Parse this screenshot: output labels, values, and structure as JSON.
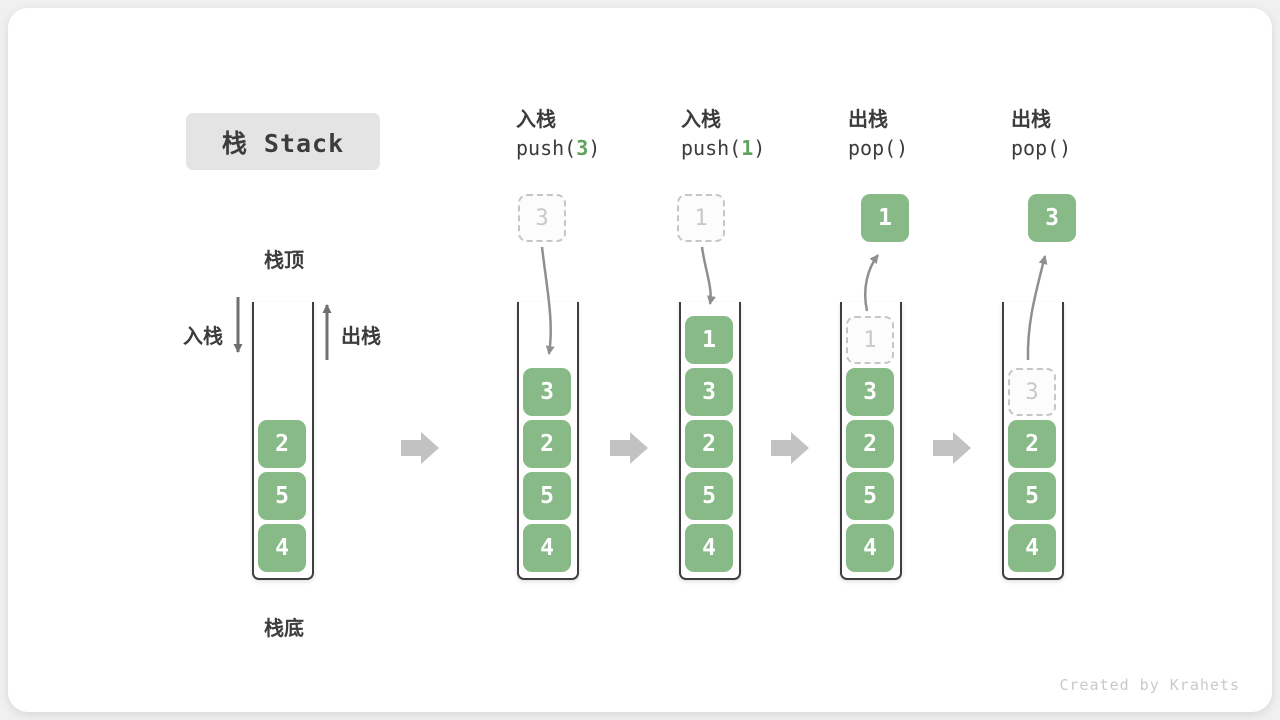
{
  "title": "栈 Stack",
  "labels": {
    "stack_top": "栈顶",
    "stack_bottom": "栈底",
    "push": "入栈",
    "pop": "出栈"
  },
  "operations": [
    {
      "name": "入栈",
      "code_before": "push(",
      "arg": "3",
      "code_after": ")"
    },
    {
      "name": "入栈",
      "code_before": "push(",
      "arg": "1",
      "code_after": ")"
    },
    {
      "name": "出栈",
      "code_before": "pop(",
      "arg": "",
      "code_after": ")"
    },
    {
      "name": "出栈",
      "code_before": "pop(",
      "arg": "",
      "code_after": ")"
    }
  ],
  "stacks": [
    {
      "cells": [
        "2",
        "5",
        "4"
      ]
    },
    {
      "incoming": "3",
      "cells": [
        "3",
        "2",
        "5",
        "4"
      ]
    },
    {
      "incoming": "1",
      "cells": [
        "1",
        "3",
        "2",
        "5",
        "4"
      ]
    },
    {
      "popped": "1",
      "ghost": "1",
      "cells": [
        "3",
        "2",
        "5",
        "4"
      ]
    },
    {
      "popped": "3",
      "ghost": "3",
      "cells": [
        "2",
        "5",
        "4"
      ]
    }
  ],
  "watermark": "Created by Krahets",
  "colors": {
    "cell_green": "#87BA87",
    "code_arg_green": "#5FA15F",
    "text_dark": "#3C3C3C",
    "curve_arrow_gray": "#8F8F8F",
    "straight_arrow_gray": "#6F6F6F",
    "block_arrow_gray": "#C2C2C2",
    "dashed_border_gray": "#C6C6C6",
    "title_bg": "#E4E4E4",
    "page_bg": "#F0F0F1",
    "card_bg": "#FFFFFF"
  }
}
